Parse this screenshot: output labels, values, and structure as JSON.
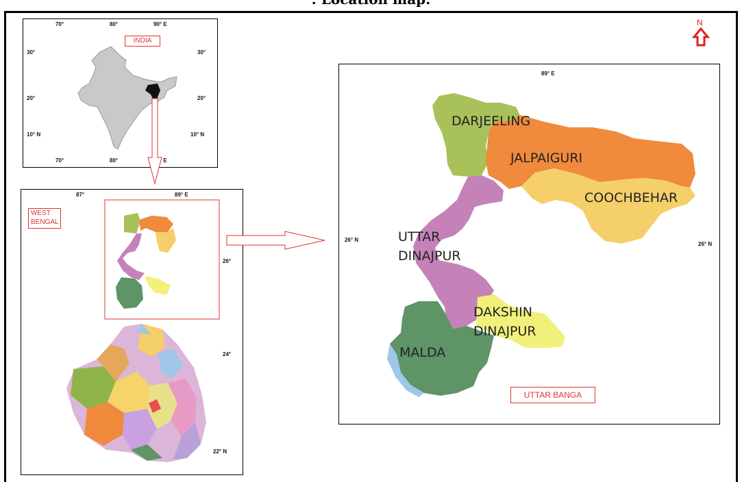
{
  "title": ": Location map:",
  "north_arrow": {
    "letter": "N",
    "color": "#e02020"
  },
  "india_panel": {
    "label": "INDIA",
    "ticks_top": [
      "70°",
      "80°",
      "90° E"
    ],
    "ticks_bottom": [
      "70°",
      "80°",
      "90° E"
    ],
    "ticks_left": [
      "30°",
      "20°",
      "10° N"
    ],
    "ticks_right": [
      "30°",
      "20°",
      "10° N"
    ]
  },
  "wb_panel": {
    "label": "WEST BENGAL",
    "ticks_top": [
      "87°",
      "89° E"
    ],
    "ticks_right": [
      "26°",
      "24°",
      "22° N"
    ]
  },
  "ub_panel": {
    "label": "UTTAR BANGA",
    "tick_top": "89° E",
    "tick_left": "26° N",
    "tick_right": "26° N",
    "districts": [
      "DARJEELING",
      "JALPAIGURI",
      "COOCHBEHAR",
      "UTTAR DINAJPUR",
      "DAKSHIN DINAJPUR",
      "MALDA"
    ]
  },
  "colors": {
    "darjeeling": "#a8c15a",
    "jalpaiguri": "#f08a3c",
    "coochbehar": "#f4cf6a",
    "uttar_dinajpur": "#c582b8",
    "dakshin_dinajpur": "#f1f07a",
    "malda": "#5e9466",
    "india": "#c9c9c9",
    "west_bengal": "#111111",
    "label_red": "#d33333"
  }
}
